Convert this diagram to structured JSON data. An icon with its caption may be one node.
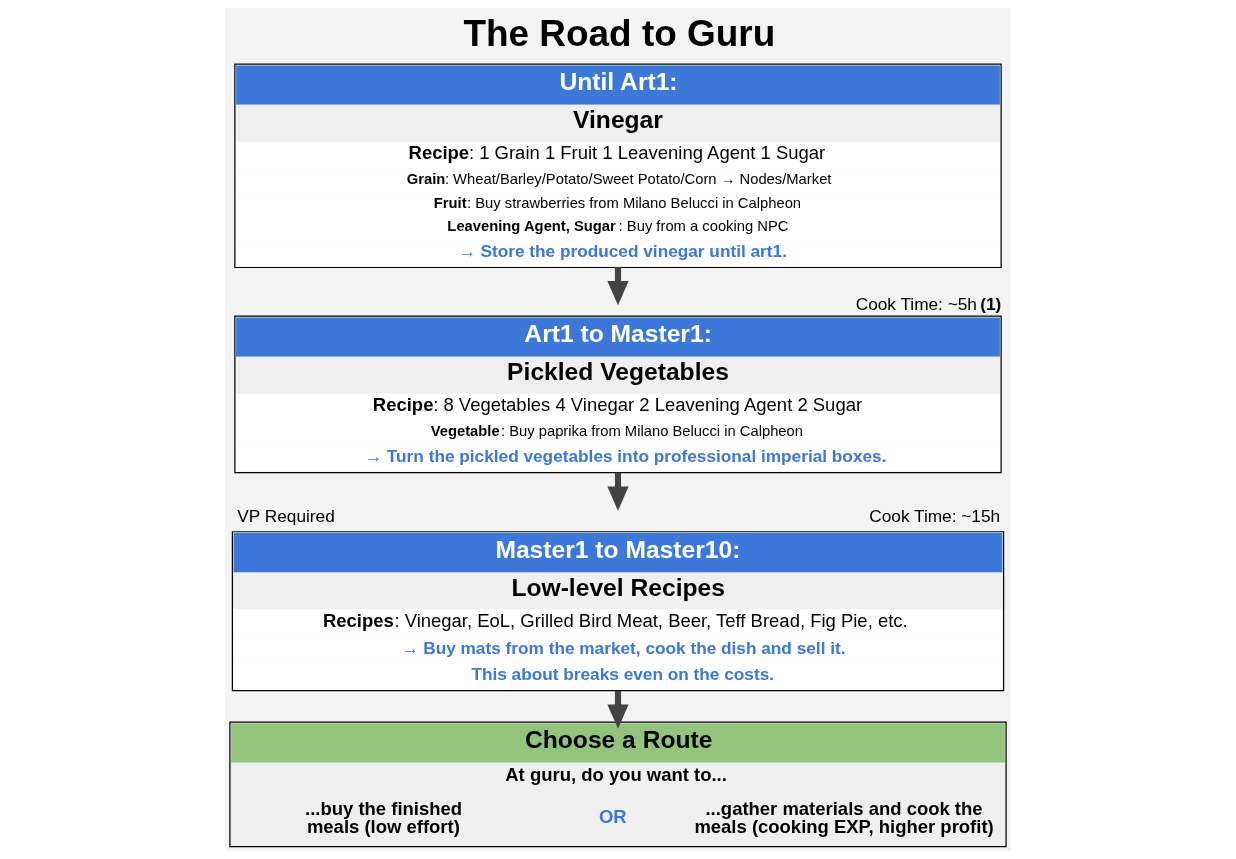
{
  "diagram": {
    "title": "The Road to Guru",
    "nodes": [
      {
        "text": [
          "Until Art1:",
          "Vinegar",
          "**Recipe**: 1 Grain 1 Fruit 1 Leavening Agent 1 Sugar",
          "**Grain**: Wheat/Barley/Potato/Sweet Potato/Corn → Nodes/Market",
          "**Fruit**: Buy strawberries from Milano Belucci in Calpheon",
          "**Leavening Agent, Sugar**: Buy from a cooking NPC",
          "→ Store the produced vinegar until art1."
        ]
      },
      {
        "text": [
          "Art1 to Master1:",
          "Pickled Vegetables",
          "**Recipe**: 8 Vegetables 4 Vinegar 2 Leavening Agent 2 Sugar",
          "**Vegetable**: Buy paprika from Milano Belucci in Calpheon",
          "→ Turn the pickled vegetables into professional imperial boxes."
        ],
        "beside": [
          "Cook Time: ~5h **(1)**"
        ]
      },
      {
        "text": [
          "Master1 to Master10:",
          "Low-level Recipes",
          "**Recipes**: Vinegar, EoL, Grilled Bird Meat, Beer, Teff Bread, Fig Pie, etc.",
          "→ Buy mats from the market, cook the dish and sell it.",
          "This about breaks even on the costs."
        ],
        "beside": [
          "VP Required",
          "Cook Time: ~15h"
        ]
      },
      {
        "text": [
          "Choose a Route",
          "At guru, do you want to...",
          "...buy the finished meals (low effort)",
          "OR",
          "...gather materials and cook the meals (cooking EXP, higher profit)"
        ]
      }
    ],
    "edges": [
      {
        "from": 0,
        "to": 1,
        "arrow": "to"
      },
      {
        "from": 1,
        "to": 2,
        "arrow": "to"
      },
      {
        "from": 2,
        "to": 3,
        "arrow": "to"
      }
    ]
  }
}
